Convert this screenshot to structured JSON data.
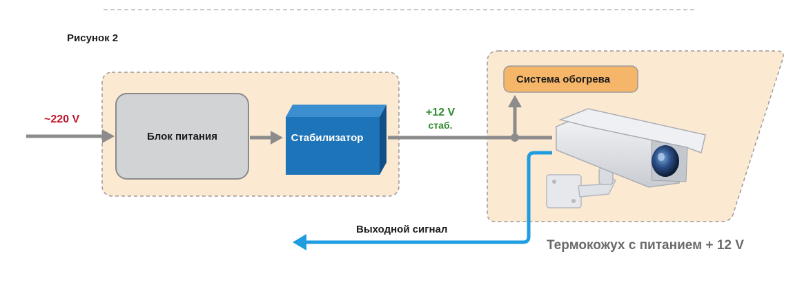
{
  "figure": {
    "caption": "Рисунок 2"
  },
  "input": {
    "voltage_label": "~220 V",
    "color": "#c0162c"
  },
  "blocks": {
    "power_supply": {
      "label": "Блок питания"
    },
    "stabilizer": {
      "label": "Стабилизатор",
      "color": "#1e74b8"
    },
    "heating_system": {
      "label": "Система обогрева",
      "color": "#f6b66a"
    }
  },
  "stabilized_output": {
    "voltage_label": "+12 V",
    "note": "стаб.",
    "color": "#2e8b2e"
  },
  "signal": {
    "label": "Выходной сигнал",
    "color": "#1f9de0"
  },
  "housing": {
    "label": "Термокожух с питанием + 12 V"
  },
  "colors": {
    "zone_fill": "#fbe9d2",
    "zone_border": "#9a9a9a",
    "line": "#8c8c8c",
    "text": "#1a1a1a"
  }
}
